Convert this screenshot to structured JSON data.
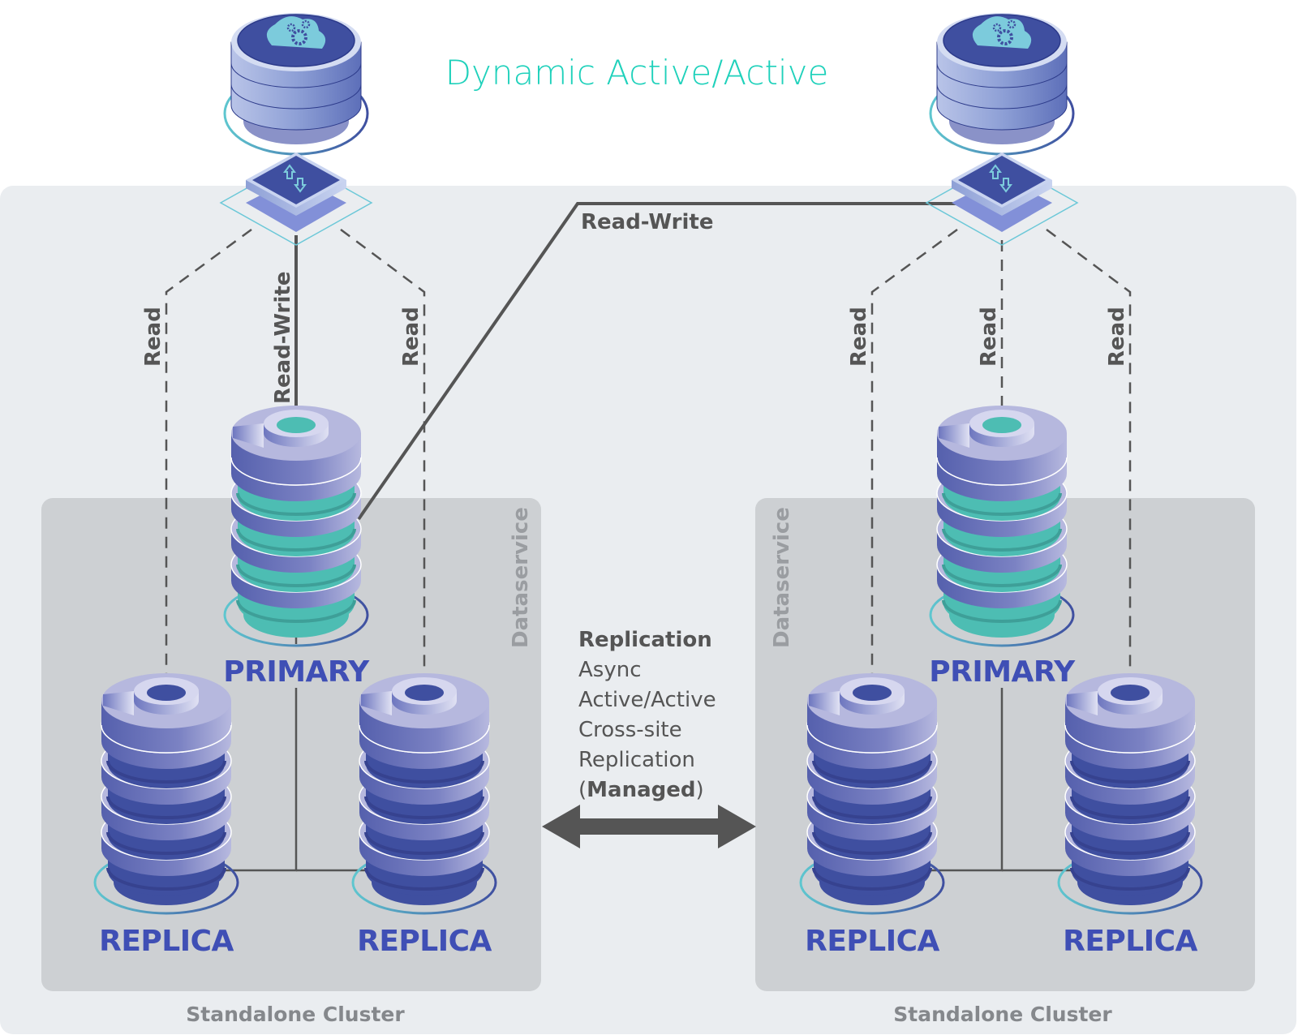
{
  "title": "Dynamic Active/Active",
  "colors": {
    "title": "#1fd1bb",
    "outer_panel": "#eaedf0",
    "dataservice_panel": "#cdd0d3",
    "role_label": "#3f4fb5",
    "line": "#555555",
    "primary_accent": "#4dbdb3",
    "replica_accent": "#3f4fa0"
  },
  "top_link": {
    "label": "Read-Write"
  },
  "replication": {
    "title": "Replication",
    "lines": [
      "Async",
      "Active/Active",
      "Cross-site",
      "Replication"
    ],
    "managed_open": "(",
    "managed": "Managed",
    "managed_close": ")",
    "arrow": "bidirectional"
  },
  "clusters": [
    {
      "name": "Standalone Cluster",
      "dataservice_label": "Dataservice",
      "connector_icon": "cloud-gears-icon",
      "links": [
        {
          "label": "Read",
          "style": "dashed",
          "target": "replica-left"
        },
        {
          "label": "Read-Write",
          "style": "solid",
          "target": "primary"
        },
        {
          "label": "Read",
          "style": "dashed",
          "target": "replica-right"
        }
      ],
      "nodes": [
        {
          "role": "PRIMARY",
          "type": "primary"
        },
        {
          "role": "REPLICA",
          "type": "replica"
        },
        {
          "role": "REPLICA",
          "type": "replica"
        }
      ]
    },
    {
      "name": "Standalone Cluster",
      "dataservice_label": "Dataservice",
      "connector_icon": "cloud-gears-icon",
      "links": [
        {
          "label": "Read",
          "style": "dashed",
          "target": "replica-left"
        },
        {
          "label": "Read",
          "style": "dashed",
          "target": "primary"
        },
        {
          "label": "Read",
          "style": "dashed",
          "target": "replica-right"
        }
      ],
      "nodes": [
        {
          "role": "PRIMARY",
          "type": "primary"
        },
        {
          "role": "REPLICA",
          "type": "replica"
        },
        {
          "role": "REPLICA",
          "type": "replica"
        }
      ]
    }
  ]
}
